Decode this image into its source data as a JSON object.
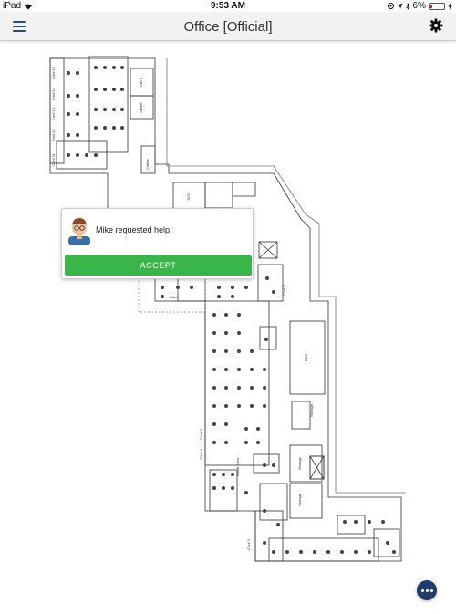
{
  "status": {
    "device": "iPad",
    "time": "9:53 AM",
    "battery_text": "6%",
    "battery_level_percent": 6
  },
  "header": {
    "title": "Office [Official]",
    "menu_icon": "hamburger-icon",
    "settings_icon": "gear-icon"
  },
  "map": {
    "rooms": [
      "Conf 15",
      "Conf 14",
      "Conf 13",
      "Conf 12",
      "Conf 11",
      "Lab 1",
      "Server",
      "Coffee",
      "NOC",
      "Conf 8",
      "Patio",
      "EBC",
      "Storage",
      "Conf 5",
      "Conf 4",
      "Break Area",
      "Storage",
      "Storage",
      "Conf 3"
    ]
  },
  "notification": {
    "message": "Mike requested help.",
    "accept_label": "ACCEPT",
    "avatar_icon": "user-avatar-icon"
  },
  "fab": {
    "icon": "more-dots-icon"
  },
  "colors": {
    "accent": "#39b54a",
    "nav_icon": "#2a4d7a",
    "fab": "#1f3d6b"
  }
}
